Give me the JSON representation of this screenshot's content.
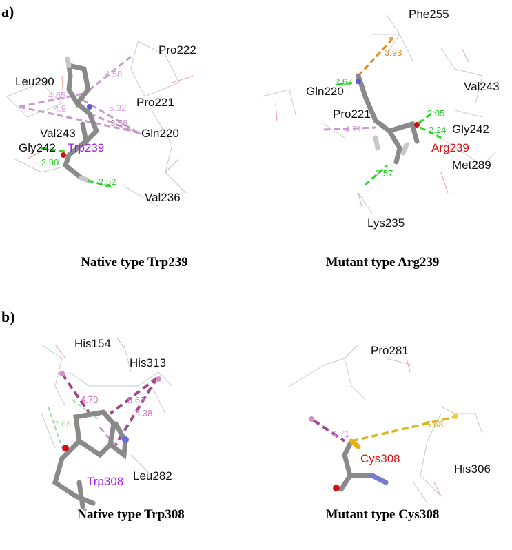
{
  "panels": [
    {
      "label": "a)",
      "left": {
        "caption": "Native type Trp239",
        "residue": "Trp239",
        "neighbors": [
          "Pro222",
          "Leu290",
          "Pro221",
          "Val243",
          "Gly242",
          "Gln220",
          "Val236"
        ],
        "distances": [
          "4.58",
          "4.65",
          "4.9",
          "5.32",
          "3.58",
          "2.90",
          "2.52"
        ]
      },
      "right": {
        "caption": "Mutant type Arg239",
        "residue": "Arg239",
        "neighbors": [
          "Phe255",
          "Gln220",
          "Val243",
          "Pro221",
          "Gly242",
          "Met289",
          "Lys235"
        ],
        "distances": [
          "3.93",
          "2.67",
          "4.71",
          "2.05",
          "2.24",
          "2.57"
        ]
      }
    },
    {
      "label": "b)",
      "left": {
        "caption": "Native type Trp308",
        "residue": "Trp308",
        "neighbors": [
          "His154",
          "His313",
          "Leu282"
        ],
        "distances": [
          "4.70",
          "5.62",
          "5.38",
          "2.66"
        ]
      },
      "right": {
        "caption": "Mutant type Cys308",
        "residue": "Cys308",
        "neighbors": [
          "Pro281",
          "His306"
        ],
        "distances": [
          "4.71",
          "5.68"
        ]
      }
    }
  ],
  "colors": {
    "native_residue": "#a020f0",
    "mutant_residue": "#e01010",
    "hbond": "#22dd22",
    "pi_alkyl": "#c79ccc",
    "pi_pi": "#a04a8c",
    "pi_sulfur": "#d8b820",
    "pi_cation": "#e08a20"
  }
}
